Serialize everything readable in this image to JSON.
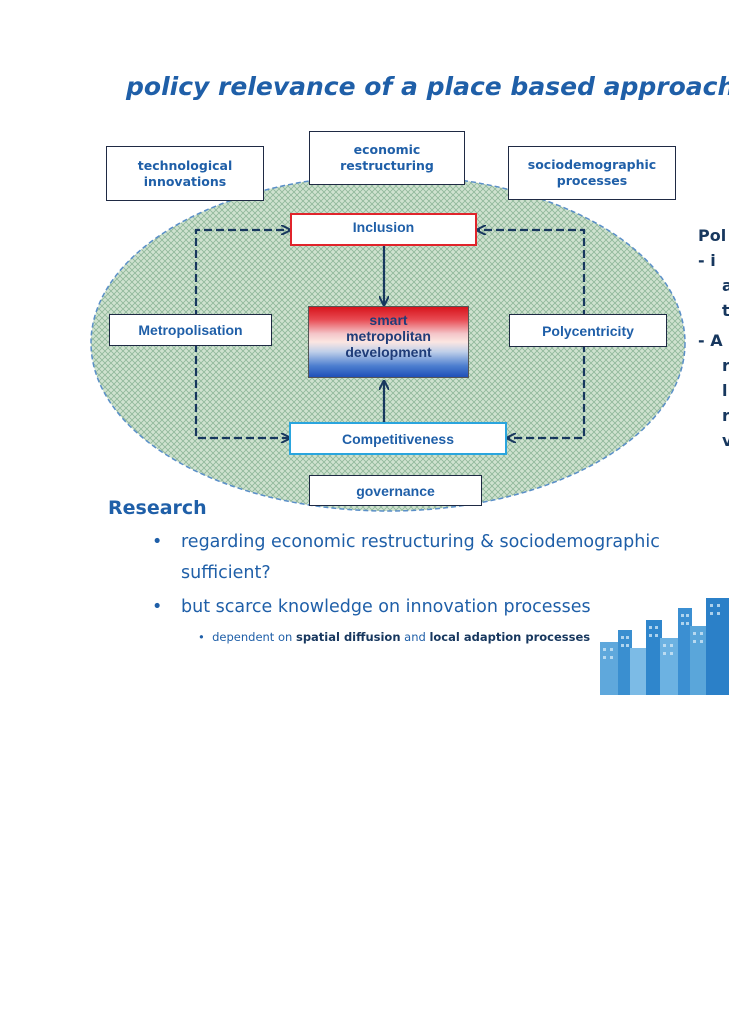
{
  "title": "policy relevance of a place based approach",
  "diagram": {
    "top_boxes": {
      "left": "technological innovations",
      "middle": "economic restructuring",
      "right": "sociodemographic processes"
    },
    "inclusion": "Inclusion",
    "metropolisation": "Metropolisation",
    "polycentricity": "Polycentricity",
    "center": "smart metropolitan development",
    "competitiveness": "Competitiveness",
    "governance": "governance",
    "colors": {
      "ellipse_fill": "#c6dcc8",
      "ellipse_border": "#5a8fc8",
      "arrow": "#17375e",
      "inclusion_border": "#e0242b",
      "competitiveness_border": "#2aa5de"
    }
  },
  "right_panel": {
    "heading": "Pol",
    "lines": [
      "- i",
      "a",
      "t",
      "- A",
      "r",
      "l",
      "r",
      "v"
    ]
  },
  "research": {
    "heading": "Research",
    "bullets": [
      "regarding economic restructuring  & sociodemographic",
      "sufficient?",
      "but scarce knowledge on innovation processes"
    ],
    "sub_bullet": {
      "prefix": "dependent on",
      "term1": "spatial diffusion",
      "middle": "and",
      "term2": "local adaption processes"
    }
  }
}
